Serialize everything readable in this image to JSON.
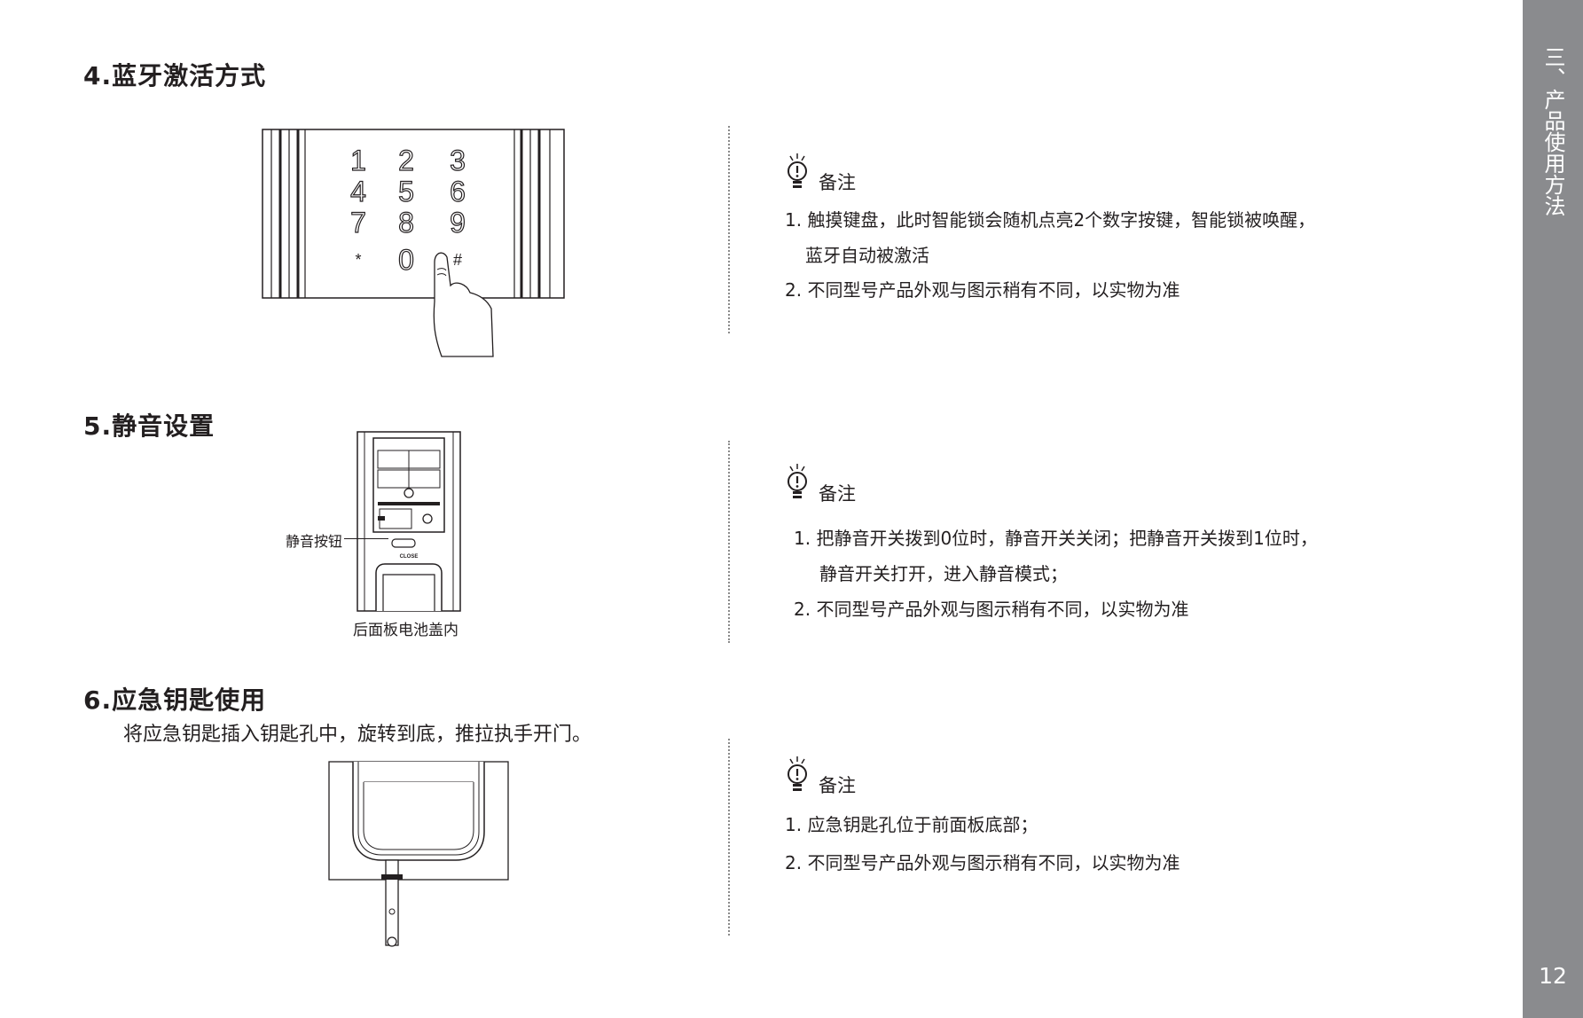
{
  "sidebar": {
    "title": "三、产品使用方法",
    "page_number": "12"
  },
  "section4": {
    "heading": "4.蓝牙激活方式",
    "keypad_keys": [
      "1",
      "2",
      "3",
      "4",
      "5",
      "6",
      "7",
      "8",
      "9",
      "*",
      "0",
      "#"
    ],
    "note_title": "备注",
    "notes": [
      "1. 触摸键盘，此时智能锁会随机点亮2个数字按键，智能锁被唤醒，",
      "蓝牙自动被激活",
      "2. 不同型号产品外观与图示稍有不同，以实物为准"
    ]
  },
  "section5": {
    "heading": "5.静音设置",
    "callout_label": "静音按钮",
    "caption": "后面板电池盖内",
    "panel_label": "CLOSE",
    "note_title": "备注",
    "notes": [
      "1. 把静音开关拨到0位时，静音开关关闭；把静音开关拨到1位时，",
      "静音开关打开，进入静音模式；",
      "2. 不同型号产品外观与图示稍有不同，以实物为准"
    ]
  },
  "section6": {
    "heading": "6.应急钥匙使用",
    "description": "将应急钥匙插入钥匙孔中，旋转到底，推拉执手开门。",
    "note_title": "备注",
    "notes": [
      "1. 应急钥匙孔位于前面板底部；",
      "2. 不同型号产品外观与图示稍有不同，以实物为准"
    ]
  },
  "colors": {
    "sidebar": "#8a8b8e",
    "text": "#231f20",
    "line": "#3a3a3a"
  }
}
